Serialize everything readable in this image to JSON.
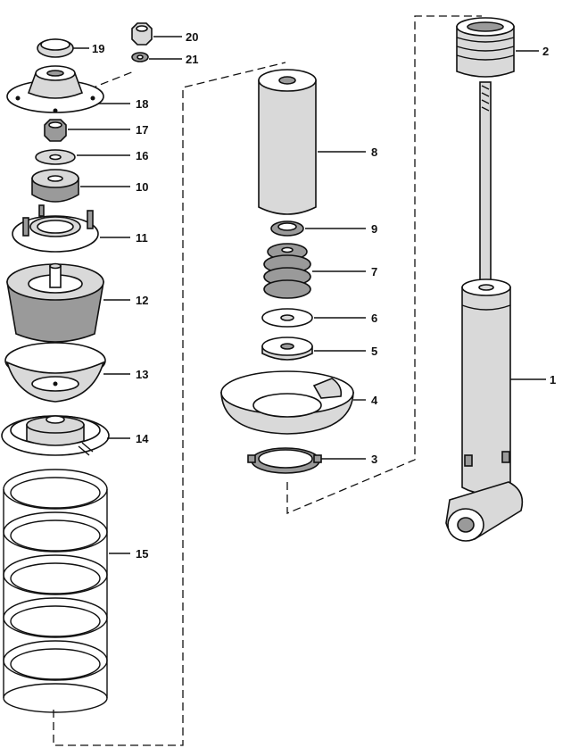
{
  "diagram": {
    "callouts": [
      {
        "id": "c20",
        "label": "20"
      },
      {
        "id": "c21",
        "label": "21"
      },
      {
        "id": "c19",
        "label": "19"
      },
      {
        "id": "c18",
        "label": "18"
      },
      {
        "id": "c17",
        "label": "17"
      },
      {
        "id": "c16",
        "label": "16"
      },
      {
        "id": "c10",
        "label": "10"
      },
      {
        "id": "c11",
        "label": "11"
      },
      {
        "id": "c12",
        "label": "12"
      },
      {
        "id": "c13",
        "label": "13"
      },
      {
        "id": "c14",
        "label": "14"
      },
      {
        "id": "c15",
        "label": "15"
      },
      {
        "id": "c8",
        "label": "8"
      },
      {
        "id": "c9",
        "label": "9"
      },
      {
        "id": "c7",
        "label": "7"
      },
      {
        "id": "c6",
        "label": "6"
      },
      {
        "id": "c5",
        "label": "5"
      },
      {
        "id": "c4",
        "label": "4"
      },
      {
        "id": "c3",
        "label": "3"
      },
      {
        "id": "c2",
        "label": "2"
      },
      {
        "id": "c1",
        "label": "1"
      }
    ]
  }
}
